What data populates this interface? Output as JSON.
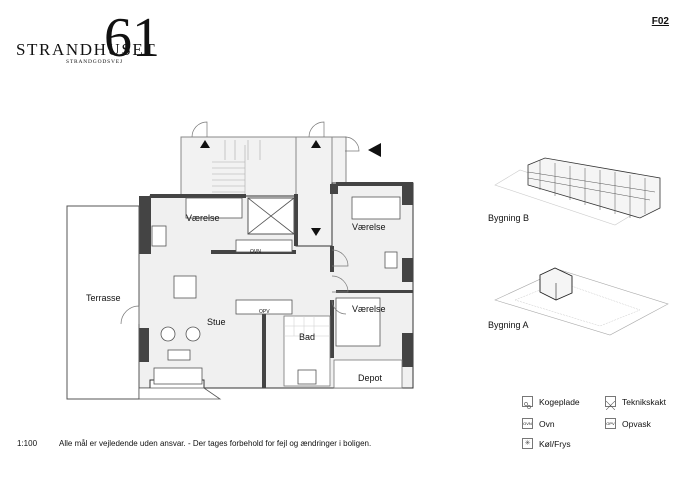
{
  "brand": {
    "name": "STRANDHUSET",
    "subtitle": "STRANDGODSVEJ",
    "number": "61"
  },
  "plan_code": "F02",
  "rooms": {
    "vaerelse_1": "Værelse",
    "vaerelse_2": "Værelse",
    "vaerelse_3": "Værelse",
    "stue": "Stue",
    "bad": "Bad",
    "depot": "Depot",
    "terrasse": "Terrasse"
  },
  "appliances": {
    "ovn_1": "OVN",
    "opv": "OPV"
  },
  "buildings": {
    "b": "Bygning B",
    "a": "Bygning A"
  },
  "legend": {
    "kogeplade": "Kogeplade",
    "teknikskakt": "Teknikskakt",
    "ovn": "Ovn",
    "ovn_icon": "OVN",
    "opvask": "Opvask",
    "opv_icon": "OPV",
    "kol_frys": "Køl/Frys"
  },
  "footer": {
    "scale": "1:100",
    "disclaimer": "Alle mål er vejledende uden ansvar. - Der tages forbehold for fejl og ændringer i boligen."
  }
}
